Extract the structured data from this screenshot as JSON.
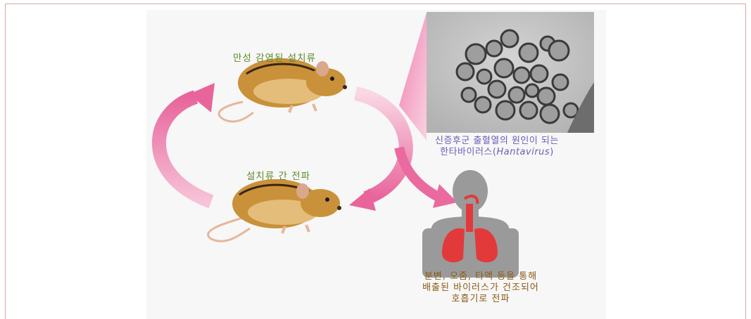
{
  "labels": {
    "chronic_rodent": "만성 감염된 설치류",
    "rodent_spread": "설치류 간 전파",
    "virus_caption_line1": "신증후군 출혈열의 원인이 되는",
    "virus_caption_line2_prefix": "한타바이러스(",
    "virus_caption_line2_italic": "Hantavirus",
    "virus_caption_line2_suffix": ")",
    "human_caption_line1": "분변, 오줌, 타액 등을 통해",
    "human_caption_line2": "배출된 바이러스가 건조되어",
    "human_caption_line3": "호흡기로 전파"
  },
  "icons": [
    "rodent-illustration",
    "virus-micrograph",
    "human-lungs-illustration",
    "cycle-arrow-icon"
  ],
  "colors": {
    "border": "#d9a4a4",
    "arrow_pink": "#e8659c",
    "label_green": "#5d8a2a",
    "caption_purple": "#6b5fb8",
    "caption_brown": "#8a5a14",
    "rodent_body": "#c9913a",
    "human_silhouette": "#9a9a9a",
    "lungs": "#e23a3a"
  }
}
